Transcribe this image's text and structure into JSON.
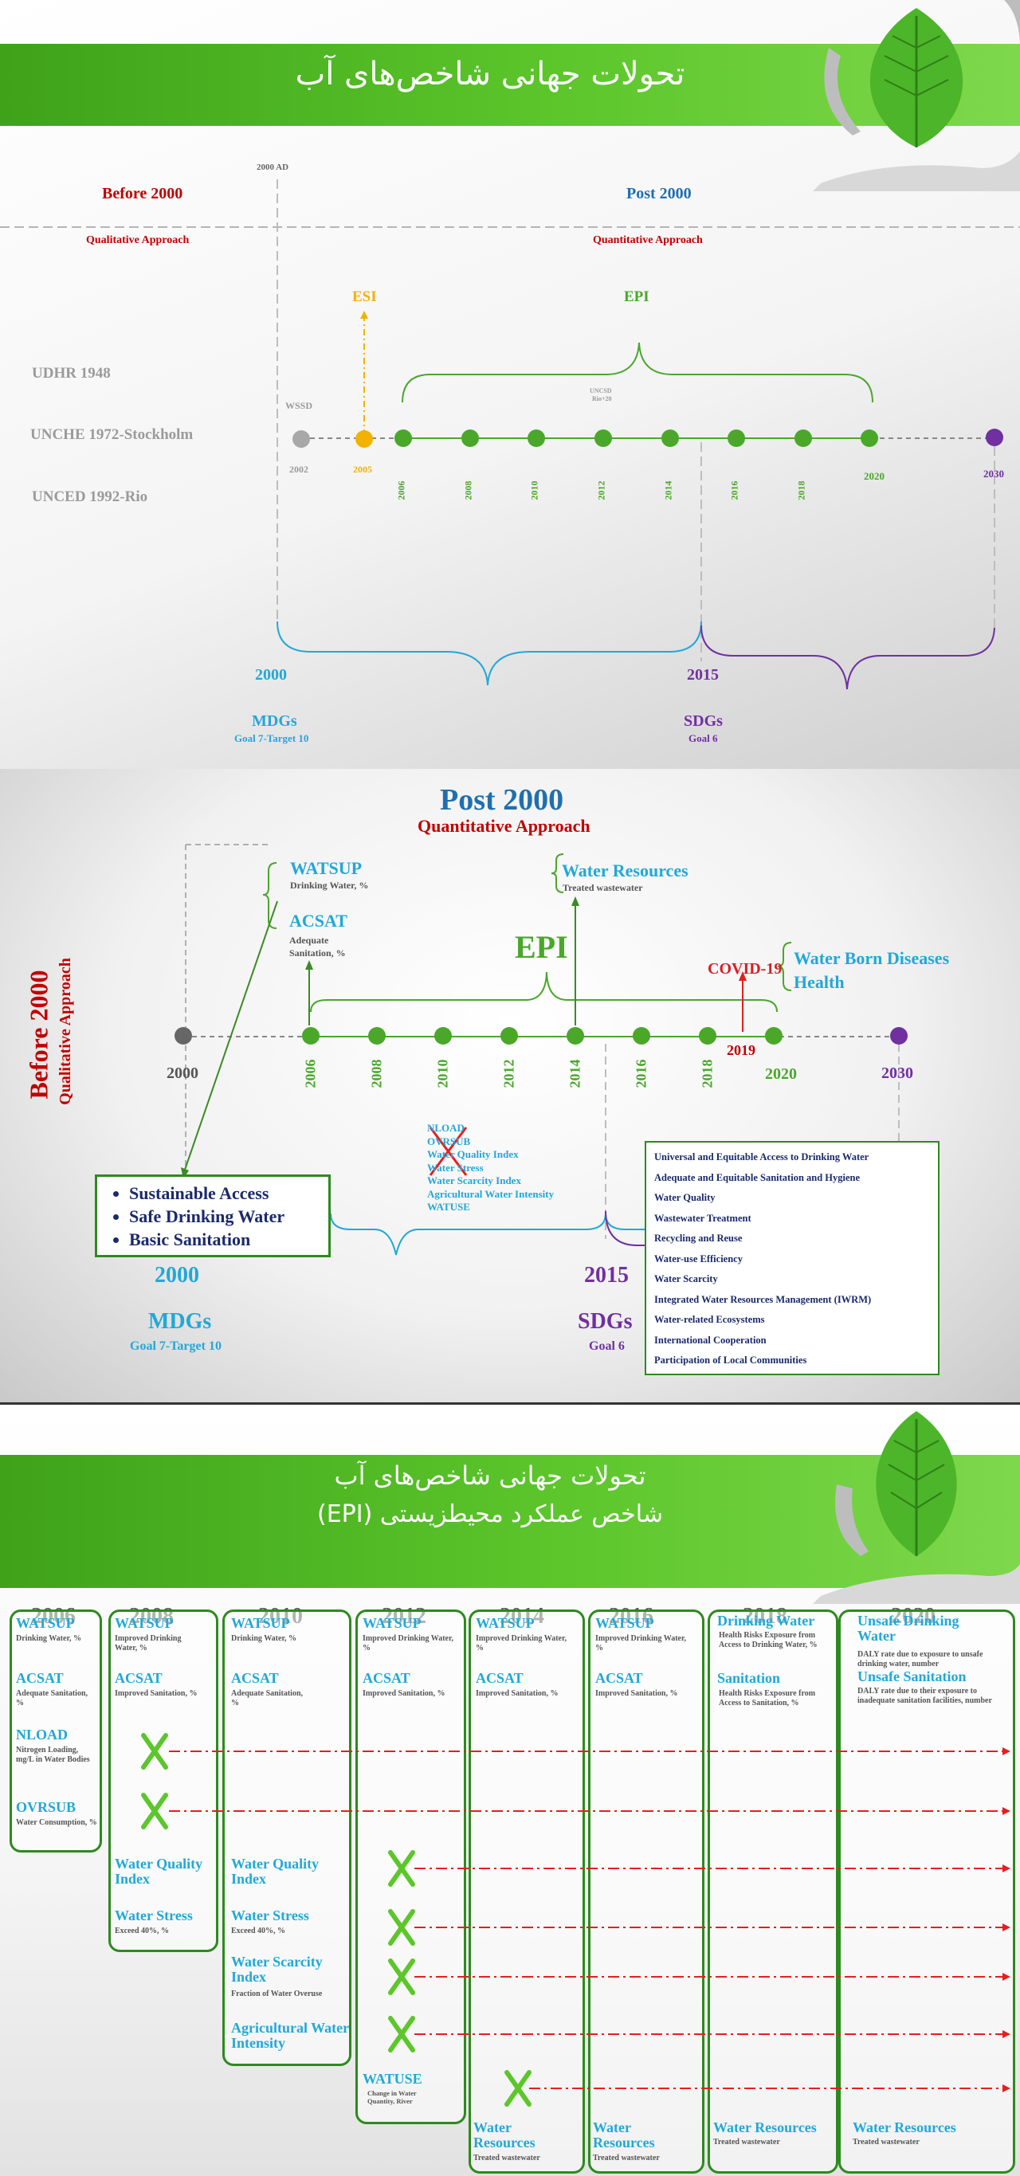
{
  "slide1": {
    "title": "تحولات جهانی شاخص‌های آب",
    "ad_label": "2000 AD",
    "before": "Before 2000",
    "post": "Post 2000",
    "qual": "Qualitative Approach",
    "quant": "Quantitative Approach",
    "esi": "ESI",
    "epi": "EPI",
    "udhr": "UDHR 1948",
    "unche": "UNCHE 1972-Stockholm",
    "unced": "UNCED 1992-Rio",
    "wssd": "WSSD",
    "uncsd": "UNCSD",
    "rio20": "Rio+20",
    "y2002": "2002",
    "y2005": "2005",
    "years": [
      "2006",
      "2008",
      "2010",
      "2012",
      "2014",
      "2016",
      "2018"
    ],
    "y2020": "2020",
    "y2030": "2030",
    "b2000": "2000",
    "b2015": "2015",
    "mdgs": "MDGs",
    "mdg_goal": "Goal 7-Target 10",
    "sdgs": "SDGs",
    "sdg_goal": "Goal 6"
  },
  "slide2": {
    "title": "Post 2000",
    "subtitle": "Quantitative Approach",
    "before": "Before 2000",
    "before_sub": "Qualitative Approach",
    "watsup": "WATSUP",
    "watsup_sub": "Drinking Water, %",
    "acsat": "ACSAT",
    "acsat_sub1": "Adequate",
    "acsat_sub2": "Sanitation, %",
    "wr": "Water Resources",
    "wr_sub": "Treated wastewater",
    "epi": "EPI",
    "covid": "COVID-19",
    "wbd1": "Water Born Diseases",
    "wbd2": "Health",
    "y2019": "2019",
    "y2000": "2000",
    "years": [
      "2006",
      "2008",
      "2010",
      "2012",
      "2014",
      "2016",
      "2018"
    ],
    "y2020": "2020",
    "y2030": "2030",
    "removed": [
      "NLOAD",
      "OVRSUB",
      "Water Quality Index",
      "Water Stress",
      "Water Scarcity Index",
      "Agricultural Water Intensity",
      "WATUSE"
    ],
    "mdg_items": [
      "Sustainable Access",
      "Safe Drinking Water",
      "Basic Sanitation"
    ],
    "b2000": "2000",
    "mdgs": "MDGs",
    "mdg_goal": "Goal 7-Target 10",
    "b2015": "2015",
    "sdgs": "SDGs",
    "sdg_goal": "Goal 6",
    "sdg_items": [
      "Universal and Equitable Access to Drinking Water",
      "Adequate and Equitable Sanitation and Hygiene",
      "Water Quality",
      "Wastewater Treatment",
      "Recycling and Reuse",
      "Water-use Efficiency",
      "Water Scarcity",
      "Integrated Water Resources Management (IWRM)",
      "Water-related Ecosystems",
      "International Cooperation",
      "Participation of Local Communities"
    ]
  },
  "slide3": {
    "title1": "تحولات جهانی شاخص‌های آب",
    "title2": "شاخص عملکرد محیطزیستی (EPI)",
    "years": [
      "2006",
      "2008",
      "2010",
      "2012",
      "2014",
      "2016",
      "2018",
      "2020"
    ],
    "c2006": {
      "watsup": "WATSUP",
      "watsup_sub": "Drinking Water, %",
      "acsat": "ACSAT",
      "acsat_sub": "Adequate Sanitation, %",
      "nload": "NLOAD",
      "nload_sub": "Nitrogen Loading, mg/L in Water Bodies",
      "ovrsub": "OVRSUB",
      "ovrsub_sub": "Water Consumption, %"
    },
    "c2008": {
      "watsup": "WATSUP",
      "watsup_sub": "Improved Drinking Water, %",
      "acsat": "ACSAT",
      "acsat_sub": "Improved Sanitation, %",
      "wqi": "Water Quality Index",
      "ws": "Water Stress",
      "ws_sub": "Exceed 40%, %"
    },
    "c2010": {
      "watsup": "WATSUP",
      "watsup_sub": "Drinking Water, %",
      "acsat": "ACSAT",
      "acsat_sub": "Adequate Sanitation, %",
      "wqi": "Water Quality Index",
      "ws": "Water Stress",
      "ws_sub": "Exceed 40%, %",
      "wsi": "Water Scarcity Index",
      "wsi_sub": "Fraction of Water Overuse",
      "awi": "Agricultural Water Intensity"
    },
    "c2012": {
      "watsup": "WATSUP",
      "watsup_sub": "Improved Drinking Water, %",
      "acsat": "ACSAT",
      "acsat_sub": "Improved Sanitation, %",
      "watuse": "WATUSE",
      "watuse_sub": "Change in Water Quantity, River"
    },
    "c2014": {
      "watsup": "WATSUP",
      "watsup_sub": "Improved Drinking Water, %",
      "acsat": "ACSAT",
      "acsat_sub": "Improved Sanitation, %",
      "wr": "Water Resources",
      "wr_sub": "Treated wastewater"
    },
    "c2016": {
      "watsup": "WATSUP",
      "watsup_sub": "Improved Drinking Water, %",
      "acsat": "ACSAT",
      "acsat_sub": "Improved Sanitation, %",
      "wr": "Water Resources",
      "wr_sub": "Treated wastewater"
    },
    "c2018": {
      "dw": "Drinking Water",
      "dw_sub": "Health Risks Exposure from Access to Drinking Water, %",
      "san": "Sanitation",
      "san_sub": "Health Risks Exposure from Access to Sanitation, %",
      "wr": "Water Resources",
      "wr_sub": "Treated wastewater"
    },
    "c2020": {
      "udw": "Unsafe Drinking Water",
      "udw_sub": "DALY rate due to exposure to unsafe drinking water, number",
      "us": "Unsafe Sanitation",
      "us_sub": "DALY rate due to their exposure to inadequate sanitation facilities, number",
      "wr": "Water Resources",
      "wr_sub": "Treated wastewater"
    }
  },
  "colors": {
    "green": "#4aa72a",
    "cyan": "#21a8d8",
    "red": "#c00000",
    "purple": "#7030a0",
    "blue": "#1f6fb0",
    "yellow": "#f2b200",
    "dark_green": "#2d8a1e"
  }
}
